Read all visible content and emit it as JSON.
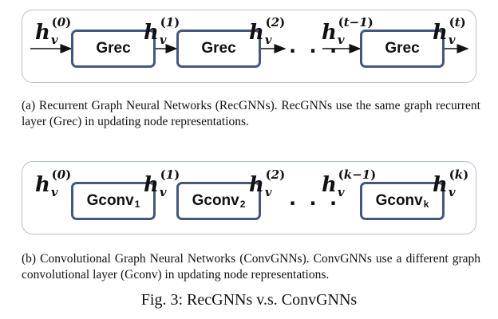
{
  "panel_a": {
    "layers": [
      {
        "main": "Grec",
        "sub": ""
      },
      {
        "main": "Grec",
        "sub": ""
      },
      {
        "main": "Grec",
        "sub": ""
      }
    ],
    "states": [
      {
        "base": "h",
        "subscript": "v",
        "superscript": "0"
      },
      {
        "base": "h",
        "subscript": "v",
        "superscript": "1"
      },
      {
        "base": "h",
        "subscript": "v",
        "superscript": "2"
      },
      {
        "base": "h",
        "subscript": "v",
        "superscript": "t−1"
      },
      {
        "base": "h",
        "subscript": "v",
        "superscript": "t"
      }
    ],
    "ellipsis": "· · ·",
    "caption": "(a) Recurrent Graph Neural Networks (RecGNNs). RecGNNs use the same graph recurrent layer (Grec) in updating node representations."
  },
  "panel_b": {
    "layers": [
      {
        "main": "Gconv",
        "sub": "1"
      },
      {
        "main": "Gconv",
        "sub": "2"
      },
      {
        "main": "Gconv",
        "sub": "k"
      }
    ],
    "states": [
      {
        "base": "h",
        "subscript": "v",
        "superscript": "0"
      },
      {
        "base": "h",
        "subscript": "v",
        "superscript": "1"
      },
      {
        "base": "h",
        "subscript": "v",
        "superscript": "2"
      },
      {
        "base": "h",
        "subscript": "v",
        "superscript": "k−1"
      },
      {
        "base": "h",
        "subscript": "v",
        "superscript": "k"
      }
    ],
    "ellipsis": "· · ·",
    "caption": "(b) Convolutional Graph Neural Networks (ConvGNNs). ConvGNNs use a different graph convolutional layer (Gconv) in updating node representations."
  },
  "figure_title": "Fig. 3: RecGNNs v.s. ConvGNNs"
}
